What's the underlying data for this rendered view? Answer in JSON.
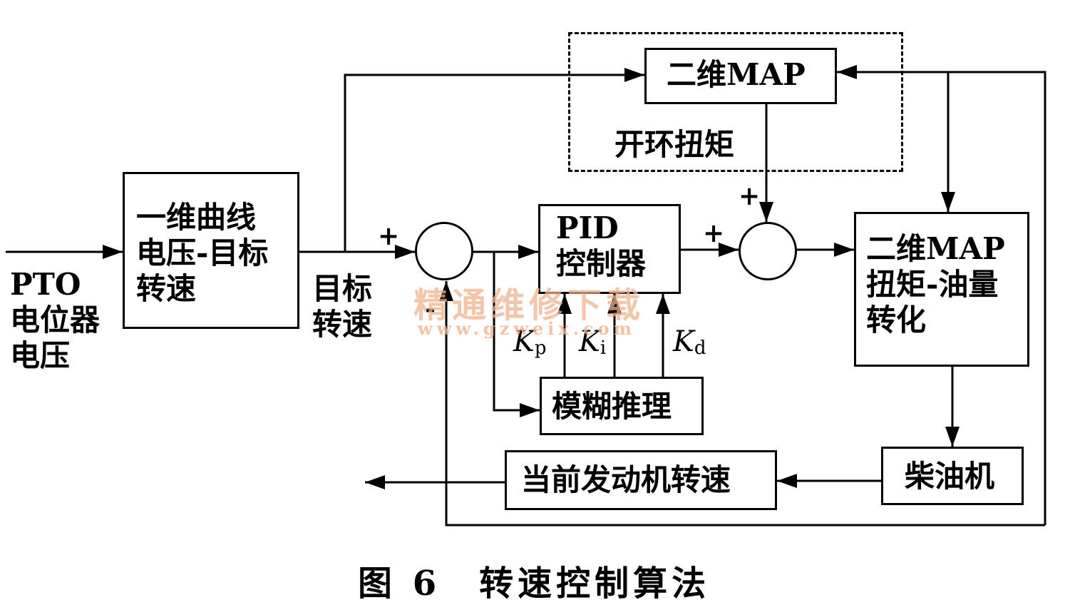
{
  "input_label": [
    "PTO",
    "电位器",
    "电压"
  ],
  "blocks": {
    "curve": [
      "一维曲线",
      "电压-目标",
      "转速"
    ],
    "map_open": "二维MAP",
    "open_torque": "开环扭矩",
    "pid": [
      "PID",
      "控制器"
    ],
    "fuzzy": "模糊推理",
    "map_conv": [
      "二维MAP",
      "扭矩-油量",
      "转化"
    ],
    "diesel": "柴油机",
    "speed": "当前发动机转速"
  },
  "target_speed_label": [
    "目标",
    "转速"
  ],
  "gains": {
    "kp": [
      "K",
      "p"
    ],
    "ki": [
      "K",
      "i"
    ],
    "kd": [
      "K",
      "d"
    ]
  },
  "signs": {
    "plus1": "+",
    "minus1": "-",
    "plus2": "+",
    "plus3": "+"
  },
  "watermark": {
    "cn": "精通维修下载",
    "url": "www.gzweix.com"
  },
  "caption": "图 6　转速控制算法"
}
